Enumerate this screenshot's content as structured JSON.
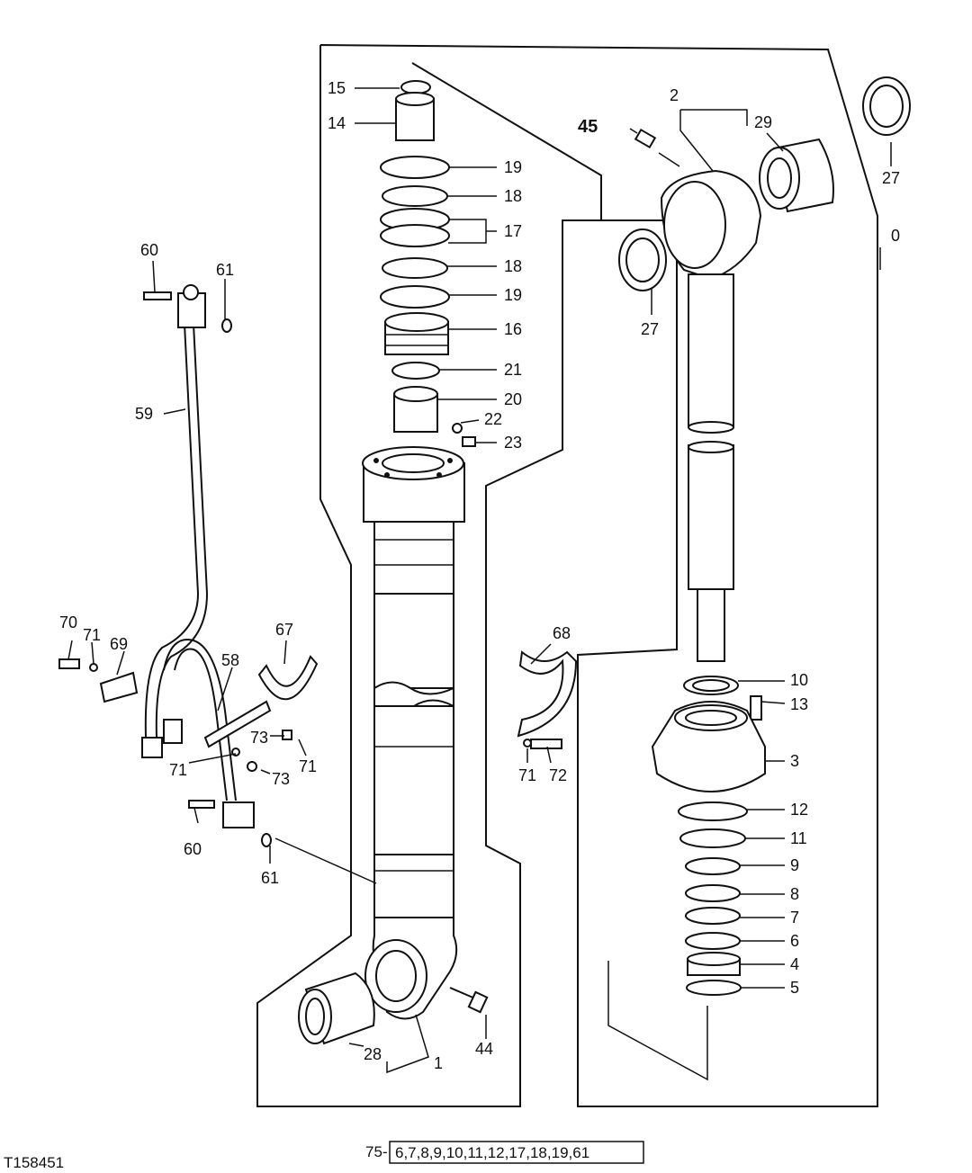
{
  "figure_id": "T158451",
  "footnote": {
    "prefix": "75-",
    "items": "6,7,8,9,10,11,12,17,18,19,61"
  },
  "callouts": {
    "c15": "15",
    "c14": "14",
    "c19a": "19",
    "c18a": "18",
    "c17": "17",
    "c18b": "18",
    "c19b": "19",
    "c16": "16",
    "c21": "21",
    "c20": "20",
    "c22": "22",
    "c23": "23",
    "c2": "2",
    "c45": "45",
    "c29": "29",
    "c27a": "27",
    "c27b": "27",
    "c0": "0",
    "c60a": "60",
    "c61a": "61",
    "c59": "59",
    "c70": "70",
    "c71a": "71",
    "c69": "69",
    "c58": "58",
    "c67": "67",
    "c73a": "73",
    "c71b": "71",
    "c71c": "71",
    "c73b": "73",
    "c60b": "60",
    "c61b": "61",
    "c68": "68",
    "c71d": "71",
    "c72": "72",
    "c10": "10",
    "c13": "13",
    "c3": "3",
    "c12": "12",
    "c11": "11",
    "c9": "9",
    "c8": "8",
    "c7": "7",
    "c6": "6",
    "c4": "4",
    "c5": "5",
    "c28": "28",
    "c1": "1",
    "c44": "44"
  }
}
